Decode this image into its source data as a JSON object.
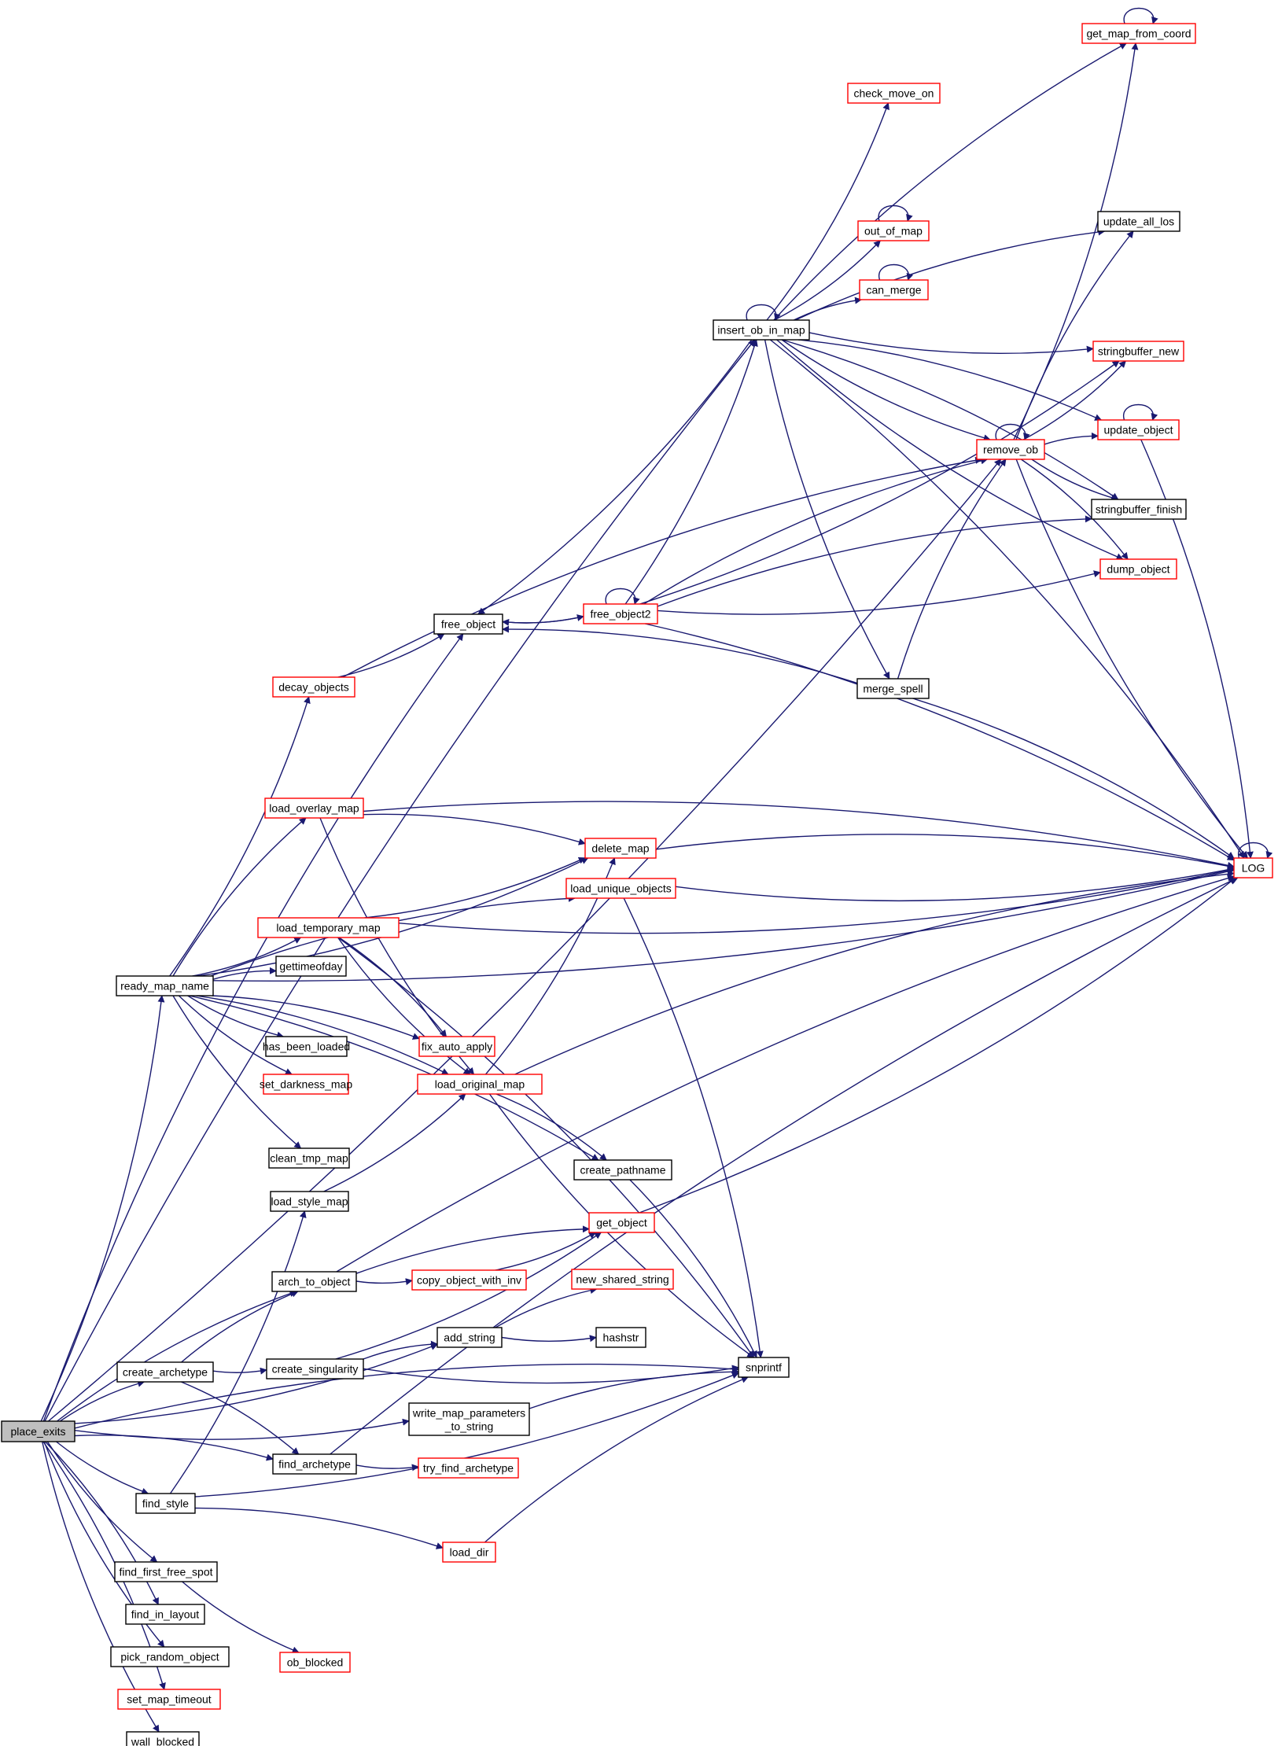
{
  "title": "place_exits call graph",
  "colors": {
    "edge": "#191970",
    "node_border": "#000000",
    "node_border_linked": "#ff0000",
    "root_fill": "#bfbfbf"
  },
  "nodes": [
    {
      "id": "place_exits",
      "label": "place_exits",
      "style": "root"
    },
    {
      "id": "get_map_from_coord",
      "label": "get_map_from_coord",
      "style": "red"
    },
    {
      "id": "check_move_on",
      "label": "check_move_on",
      "style": "red"
    },
    {
      "id": "update_all_los",
      "label": "update_all_los",
      "style": "black"
    },
    {
      "id": "out_of_map",
      "label": "out_of_map",
      "style": "red"
    },
    {
      "id": "can_merge",
      "label": "can_merge",
      "style": "red"
    },
    {
      "id": "insert_ob_in_map",
      "label": "insert_ob_in_map",
      "style": "black"
    },
    {
      "id": "stringbuffer_new",
      "label": "stringbuffer_new",
      "style": "red"
    },
    {
      "id": "update_object",
      "label": "update_object",
      "style": "red"
    },
    {
      "id": "remove_ob",
      "label": "remove_ob",
      "style": "red"
    },
    {
      "id": "stringbuffer_finish",
      "label": "stringbuffer_finish",
      "style": "black"
    },
    {
      "id": "dump_object",
      "label": "dump_object",
      "style": "red"
    },
    {
      "id": "free_object2",
      "label": "free_object2",
      "style": "red"
    },
    {
      "id": "free_object",
      "label": "free_object",
      "style": "black"
    },
    {
      "id": "decay_objects",
      "label": "decay_objects",
      "style": "red"
    },
    {
      "id": "merge_spell",
      "label": "merge_spell",
      "style": "black"
    },
    {
      "id": "load_overlay_map",
      "label": "load_overlay_map",
      "style": "red"
    },
    {
      "id": "delete_map",
      "label": "delete_map",
      "style": "red"
    },
    {
      "id": "LOG",
      "label": "LOG",
      "style": "red"
    },
    {
      "id": "load_unique_objects",
      "label": "load_unique_objects",
      "style": "red"
    },
    {
      "id": "load_temporary_map",
      "label": "load_temporary_map",
      "style": "red"
    },
    {
      "id": "gettimeofday",
      "label": "gettimeofday",
      "style": "black"
    },
    {
      "id": "ready_map_name",
      "label": "ready_map_name",
      "style": "black"
    },
    {
      "id": "has_been_loaded",
      "label": "has_been_loaded",
      "style": "black"
    },
    {
      "id": "fix_auto_apply",
      "label": "fix_auto_apply",
      "style": "red"
    },
    {
      "id": "set_darkness_map",
      "label": "set_darkness_map",
      "style": "red"
    },
    {
      "id": "load_original_map",
      "label": "load_original_map",
      "style": "red"
    },
    {
      "id": "clean_tmp_map",
      "label": "clean_tmp_map",
      "style": "black"
    },
    {
      "id": "create_pathname",
      "label": "create_pathname",
      "style": "black"
    },
    {
      "id": "load_style_map",
      "label": "load_style_map",
      "style": "black"
    },
    {
      "id": "get_object",
      "label": "get_object",
      "style": "red"
    },
    {
      "id": "copy_object_with_inv",
      "label": "copy_object_with_inv",
      "style": "red"
    },
    {
      "id": "arch_to_object",
      "label": "arch_to_object",
      "style": "black"
    },
    {
      "id": "new_shared_string",
      "label": "new_shared_string",
      "style": "red"
    },
    {
      "id": "add_string",
      "label": "add_string",
      "style": "black"
    },
    {
      "id": "hashstr",
      "label": "hashstr",
      "style": "black"
    },
    {
      "id": "create_archetype",
      "label": "create_archetype",
      "style": "black"
    },
    {
      "id": "create_singularity",
      "label": "create_singularity",
      "style": "black"
    },
    {
      "id": "snprintf",
      "label": "snprintf",
      "style": "black"
    },
    {
      "id": "write_map_parameters_to_string",
      "label": "write_map_parameters",
      "label2": "_to_string",
      "style": "black"
    },
    {
      "id": "find_archetype",
      "label": "find_archetype",
      "style": "black"
    },
    {
      "id": "try_find_archetype",
      "label": "try_find_archetype",
      "style": "red"
    },
    {
      "id": "find_style",
      "label": "find_style",
      "style": "black"
    },
    {
      "id": "load_dir",
      "label": "load_dir",
      "style": "red"
    },
    {
      "id": "find_first_free_spot",
      "label": "find_first_free_spot",
      "style": "black"
    },
    {
      "id": "find_in_layout",
      "label": "find_in_layout",
      "style": "black"
    },
    {
      "id": "pick_random_object",
      "label": "pick_random_object",
      "style": "black"
    },
    {
      "id": "ob_blocked",
      "label": "ob_blocked",
      "style": "red"
    },
    {
      "id": "set_map_timeout",
      "label": "set_map_timeout",
      "style": "red"
    },
    {
      "id": "wall_blocked",
      "label": "wall_blocked",
      "style": "black"
    }
  ],
  "edges": [
    [
      "place_exits",
      "insert_ob_in_map"
    ],
    [
      "place_exits",
      "remove_ob"
    ],
    [
      "place_exits",
      "free_object"
    ],
    [
      "place_exits",
      "ready_map_name"
    ],
    [
      "place_exits",
      "arch_to_object"
    ],
    [
      "place_exits",
      "add_string"
    ],
    [
      "place_exits",
      "create_archetype"
    ],
    [
      "place_exits",
      "write_map_parameters_to_string"
    ],
    [
      "place_exits",
      "find_archetype"
    ],
    [
      "place_exits",
      "find_style"
    ],
    [
      "place_exits",
      "snprintf"
    ],
    [
      "place_exits",
      "find_first_free_spot"
    ],
    [
      "place_exits",
      "find_in_layout"
    ],
    [
      "place_exits",
      "pick_random_object"
    ],
    [
      "place_exits",
      "set_map_timeout"
    ],
    [
      "place_exits",
      "wall_blocked"
    ],
    [
      "insert_ob_in_map",
      "get_map_from_coord"
    ],
    [
      "insert_ob_in_map",
      "check_move_on"
    ],
    [
      "insert_ob_in_map",
      "update_all_los"
    ],
    [
      "insert_ob_in_map",
      "out_of_map"
    ],
    [
      "insert_ob_in_map",
      "can_merge"
    ],
    [
      "insert_ob_in_map",
      "stringbuffer_new"
    ],
    [
      "insert_ob_in_map",
      "update_object"
    ],
    [
      "insert_ob_in_map",
      "remove_ob"
    ],
    [
      "insert_ob_in_map",
      "stringbuffer_finish"
    ],
    [
      "insert_ob_in_map",
      "dump_object"
    ],
    [
      "insert_ob_in_map",
      "free_object"
    ],
    [
      "insert_ob_in_map",
      "merge_spell"
    ],
    [
      "insert_ob_in_map",
      "LOG"
    ],
    [
      "insert_ob_in_map",
      "insert_ob_in_map"
    ],
    [
      "get_map_from_coord",
      "get_map_from_coord"
    ],
    [
      "out_of_map",
      "out_of_map"
    ],
    [
      "can_merge",
      "can_merge"
    ],
    [
      "remove_ob",
      "get_map_from_coord"
    ],
    [
      "remove_ob",
      "update_all_los"
    ],
    [
      "remove_ob",
      "stringbuffer_new"
    ],
    [
      "remove_ob",
      "update_object"
    ],
    [
      "remove_ob",
      "stringbuffer_finish"
    ],
    [
      "remove_ob",
      "dump_object"
    ],
    [
      "remove_ob",
      "LOG"
    ],
    [
      "remove_ob",
      "remove_ob"
    ],
    [
      "update_object",
      "update_object"
    ],
    [
      "update_object",
      "LOG"
    ],
    [
      "free_object",
      "free_object2"
    ],
    [
      "free_object2",
      "free_object"
    ],
    [
      "free_object2",
      "insert_ob_in_map"
    ],
    [
      "free_object2",
      "remove_ob"
    ],
    [
      "free_object2",
      "stringbuffer_new"
    ],
    [
      "free_object2",
      "stringbuffer_finish"
    ],
    [
      "free_object2",
      "dump_object"
    ],
    [
      "free_object2",
      "LOG"
    ],
    [
      "free_object2",
      "free_object2"
    ],
    [
      "merge_spell",
      "remove_ob"
    ],
    [
      "merge_spell",
      "free_object"
    ],
    [
      "merge_spell",
      "LOG"
    ],
    [
      "decay_objects",
      "free_object"
    ],
    [
      "decay_objects",
      "remove_ob"
    ],
    [
      "ready_map_name",
      "decay_objects"
    ],
    [
      "ready_map_name",
      "load_overlay_map"
    ],
    [
      "ready_map_name",
      "delete_map"
    ],
    [
      "ready_map_name",
      "load_unique_objects"
    ],
    [
      "ready_map_name",
      "load_temporary_map"
    ],
    [
      "ready_map_name",
      "gettimeofday"
    ],
    [
      "ready_map_name",
      "has_been_loaded"
    ],
    [
      "ready_map_name",
      "fix_auto_apply"
    ],
    [
      "ready_map_name",
      "set_darkness_map"
    ],
    [
      "ready_map_name",
      "load_original_map"
    ],
    [
      "ready_map_name",
      "clean_tmp_map"
    ],
    [
      "ready_map_name",
      "create_pathname"
    ],
    [
      "ready_map_name",
      "LOG"
    ],
    [
      "load_overlay_map",
      "delete_map"
    ],
    [
      "load_overlay_map",
      "load_original_map"
    ],
    [
      "load_overlay_map",
      "LOG"
    ],
    [
      "load_temporary_map",
      "delete_map"
    ],
    [
      "load_temporary_map",
      "fix_auto_apply"
    ],
    [
      "load_temporary_map",
      "load_original_map"
    ],
    [
      "load_temporary_map",
      "snprintf"
    ],
    [
      "load_temporary_map",
      "LOG"
    ],
    [
      "delete_map",
      "LOG"
    ],
    [
      "load_unique_objects",
      "LOG"
    ],
    [
      "load_unique_objects",
      "snprintf"
    ],
    [
      "load_original_map",
      "delete_map"
    ],
    [
      "load_original_map",
      "create_pathname"
    ],
    [
      "load_original_map",
      "snprintf"
    ],
    [
      "load_original_map",
      "LOG"
    ],
    [
      "load_style_map",
      "load_original_map"
    ],
    [
      "create_pathname",
      "snprintf"
    ],
    [
      "get_object",
      "LOG"
    ],
    [
      "arch_to_object",
      "get_object"
    ],
    [
      "arch_to_object",
      "copy_object_with_inv"
    ],
    [
      "arch_to_object",
      "LOG"
    ],
    [
      "copy_object_with_inv",
      "get_object"
    ],
    [
      "add_string",
      "new_shared_string"
    ],
    [
      "add_string",
      "hashstr"
    ],
    [
      "create_archetype",
      "arch_to_object"
    ],
    [
      "create_archetype",
      "create_singularity"
    ],
    [
      "create_archetype",
      "find_archetype"
    ],
    [
      "create_singularity",
      "get_object"
    ],
    [
      "create_singularity",
      "add_string"
    ],
    [
      "create_singularity",
      "snprintf"
    ],
    [
      "write_map_parameters_to_string",
      "snprintf"
    ],
    [
      "find_archetype",
      "try_find_archetype"
    ],
    [
      "find_archetype",
      "LOG"
    ],
    [
      "find_style",
      "load_style_map"
    ],
    [
      "find_style",
      "load_dir"
    ],
    [
      "find_style",
      "snprintf"
    ],
    [
      "load_dir",
      "snprintf"
    ],
    [
      "find_first_free_spot",
      "ob_blocked"
    ],
    [
      "LOG",
      "LOG"
    ]
  ]
}
